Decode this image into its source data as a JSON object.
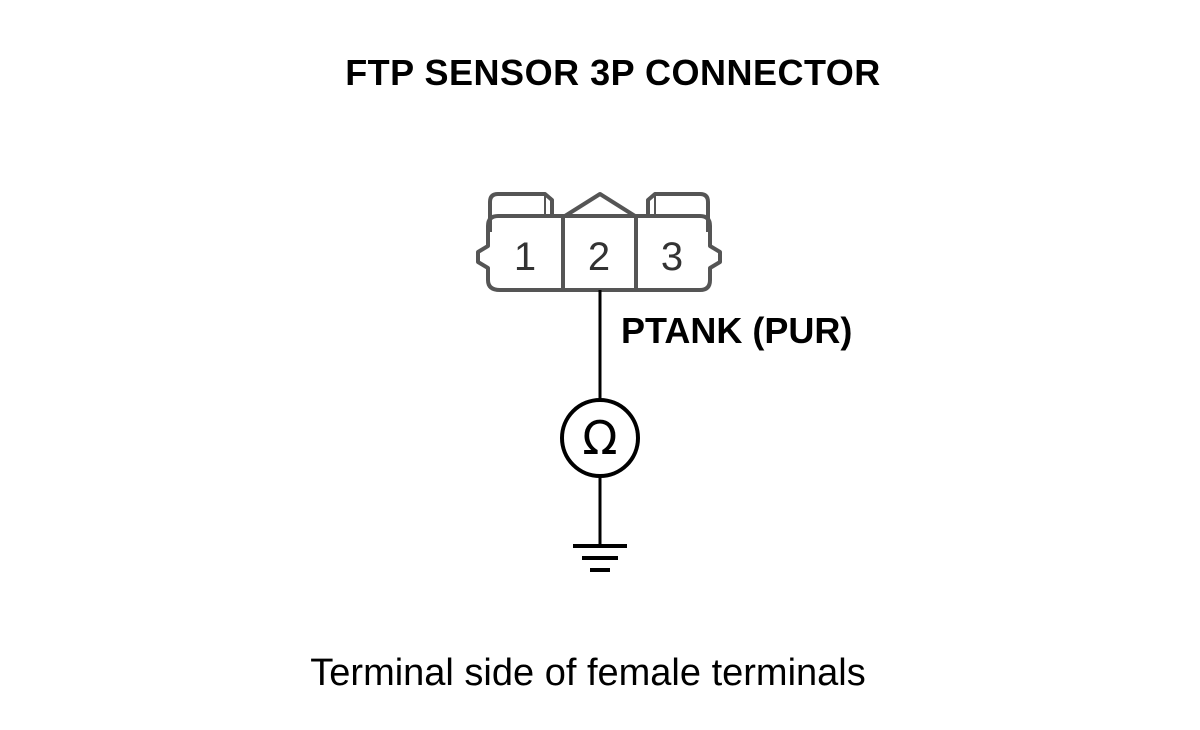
{
  "title": "FTP SENSOR 3P CONNECTOR",
  "connector": {
    "pins": [
      "1",
      "2",
      "3"
    ]
  },
  "wire_label": "PTANK (PUR)",
  "meter_symbol": "Ω",
  "caption": "Terminal side of female terminals",
  "colors": {
    "line": "#000000",
    "connector_outline": "#555555"
  }
}
